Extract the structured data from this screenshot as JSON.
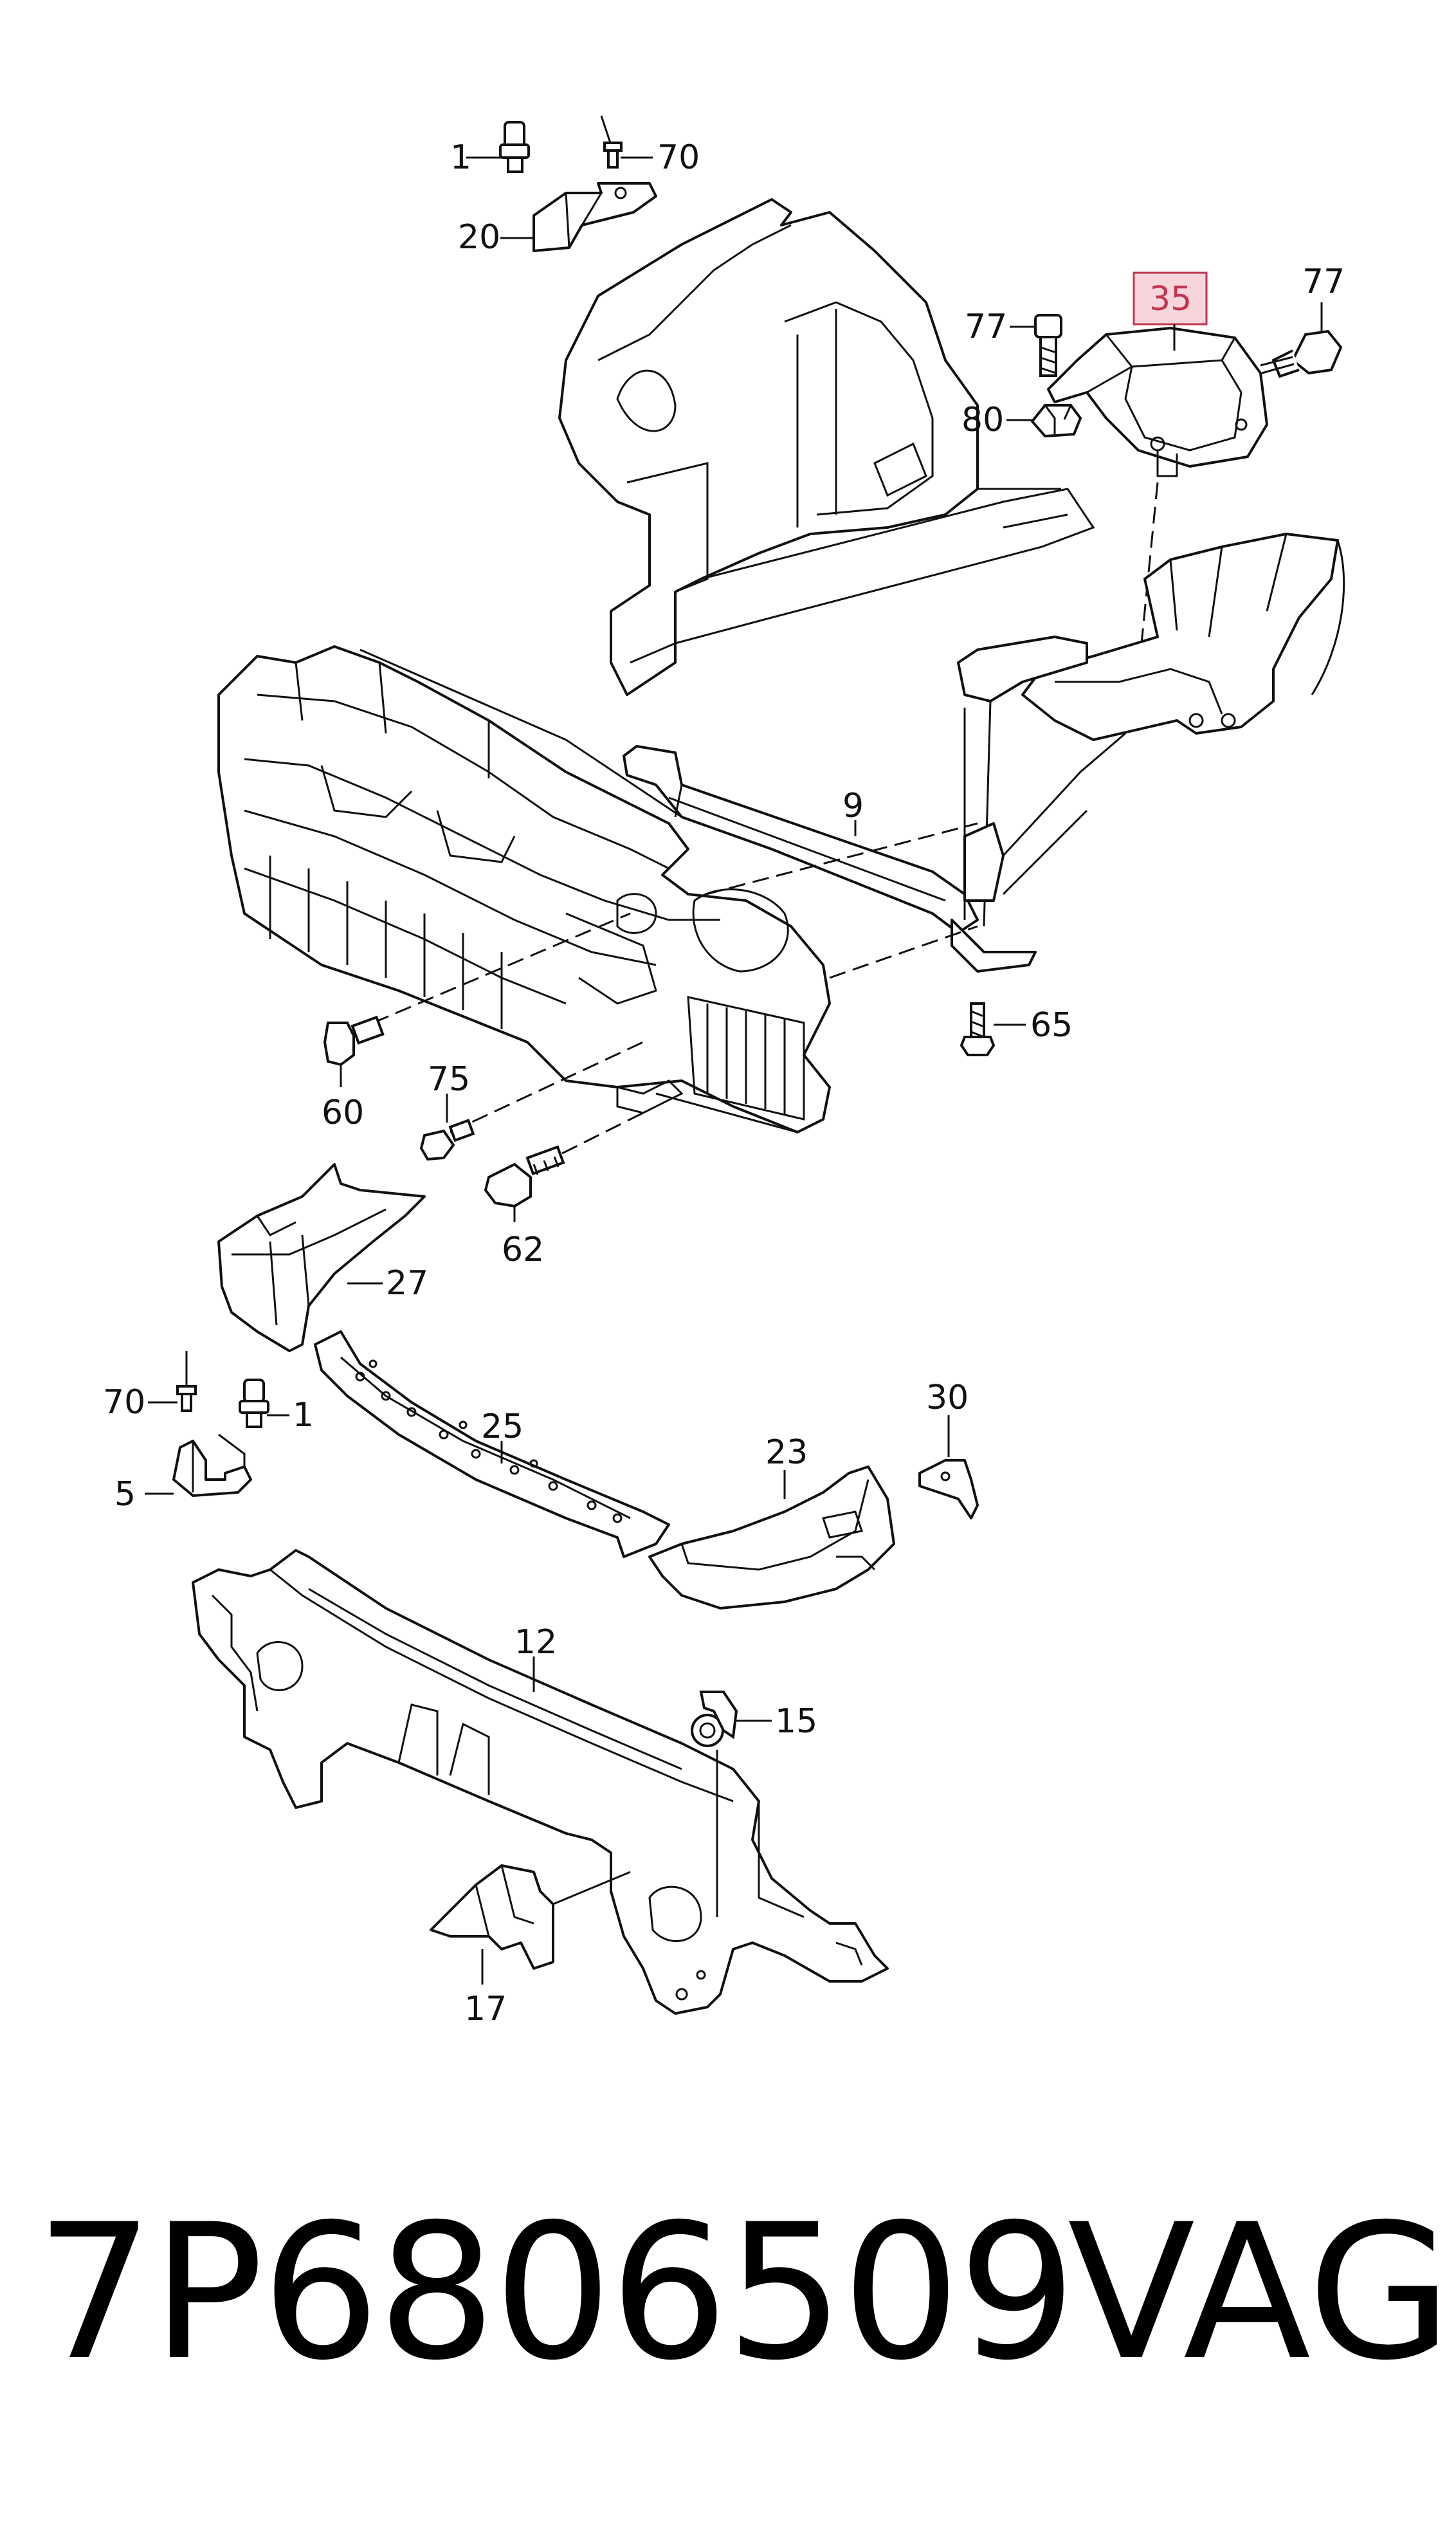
{
  "highlight_color": "#c2354f",
  "callouts": {
    "c1_top": "1",
    "c70_top": "70",
    "c20": "20",
    "c77_left": "77",
    "c35": "35",
    "c77_right": "77",
    "c80": "80",
    "c9": "9",
    "c65": "65",
    "c60": "60",
    "c75": "75",
    "c62": "62",
    "c27": "27",
    "c70_bottom": "70",
    "c1_bottom": "1",
    "c5": "5",
    "c25": "25",
    "c30": "30",
    "c23": "23",
    "c12": "12",
    "c15": "15",
    "c17": "17"
  },
  "footer": {
    "part_number": "7P6806509",
    "brand": "VAG"
  }
}
